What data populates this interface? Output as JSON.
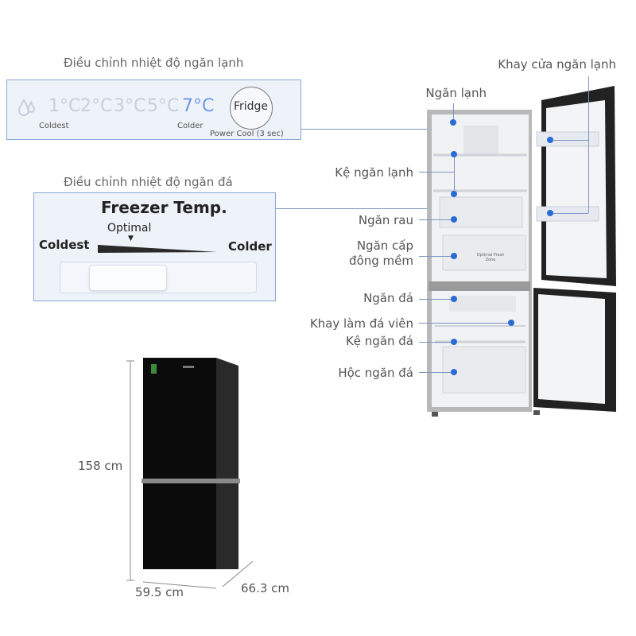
{
  "fridge_control": {
    "title": "Điều chỉnh nhiệt độ ngăn lạnh",
    "temps": [
      "1°C",
      "2°C",
      "3°C",
      "5°C",
      "7°C"
    ],
    "selected_index": 4,
    "coldest": "Coldest",
    "colder": "Colder",
    "button_label": "Fridge",
    "button_caption": "Power Cool (3 sec)"
  },
  "freezer_control": {
    "title": "Điều chỉnh nhiệt độ ngăn đá",
    "heading": "Freezer Temp.",
    "optimal": "Optimal",
    "coldest": "Coldest",
    "colder": "Colder"
  },
  "callouts": {
    "door_tray": "Khay cửa ngăn lạnh",
    "fridge": "Ngăn lạnh",
    "fridge_shelf": "Kệ ngăn lạnh",
    "vegetable": "Ngăn rau",
    "soft_freeze_1": "Ngăn cấp",
    "soft_freeze_2": "đông mềm",
    "freezer": "Ngăn đá",
    "ice_tray": "Khay làm đá viên",
    "freezer_shelf": "Kệ ngăn đá",
    "freezer_box": "Hộc ngăn đá",
    "drawer_text_1": "Optimal Fresh",
    "drawer_text_2": "Zone"
  },
  "dimensions": {
    "height": "158 cm",
    "width": "59.5 cm",
    "depth": "66.3 cm"
  },
  "colors": {
    "accent": "#2b6bd6",
    "panel_bg": "#eef2f9",
    "panel_border": "#8aa6d6"
  }
}
